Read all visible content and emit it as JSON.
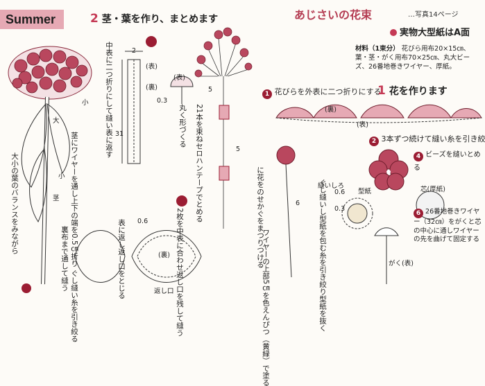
{
  "header": {
    "season": "Summer",
    "title": "あじさいの花束",
    "page_ref": "…写真14ページ",
    "pattern_note": "実物大型紙はA面"
  },
  "materials": {
    "label": "材料（1束分）",
    "text": "花びら用布20×15㎝、葉・茎・がく用布70×25㎝、丸大ビーズ、26番地巻きワイヤー、厚紙。"
  },
  "step2": {
    "number": "2",
    "heading": "茎・葉を作り、まとめます",
    "notes": [
      "中表に二つ折りにして縫い表に返す",
      "茎にワイヤーを通し上下の端を0.5㎝折り ぐし縫い糸を引き絞る",
      "大小の葉のバランスをみながら",
      "裏布まで通して縫う",
      "表に返し返し口をとじる",
      "2枚を中表に合わせ返し口を残して縫う",
      "丸く形づくる",
      "21本を束ねセロハンテープでとめる",
      "に花をのせかぐをまつりつける",
      "ワイヤーの上部5㎝を色えんぴつ（黄緑）で塗る"
    ],
    "labels": {
      "front": "(表)",
      "back": "(裏)",
      "dim_2": "2",
      "dim_03": "0.3",
      "dim_31": "31",
      "dim_5a": "5",
      "dim_5b": "5",
      "dim_6": "6",
      "dim_06": "0.6",
      "opening": "返し口",
      "large": "大",
      "small": "小",
      "small2": "小",
      "stem": "茎",
      "front2": "(表)",
      "back2": "(裏)"
    }
  },
  "step1": {
    "number": "1",
    "heading": "花を作ります",
    "sub1": "花びらを外表に二つ折りにする",
    "sub2": "3本ずつ続けて縫い糸を引き絞る",
    "sub3": "ビーズを縫いとめる",
    "sub4": "26番地巻きワイヤー（32㎝）をがくと芯の中心に通しワイヤーの先を曲げて固定する",
    "sub5": "ぐし縫いし型紙を包む糸を引き絞り型紙を抜く",
    "labels": {
      "back": "(裏)",
      "front": "(表)",
      "pattern": "型紙",
      "core": "芯(厚紙)",
      "stitch": "縫いしろ",
      "dim_06": "0.6",
      "dim_03": "0.3",
      "calyx": "がく(表)"
    }
  },
  "colors": {
    "accent": "#c53a55",
    "badge": "#9b1d33",
    "petal": "#b9475e",
    "season_bg": "#e6a9b4"
  }
}
